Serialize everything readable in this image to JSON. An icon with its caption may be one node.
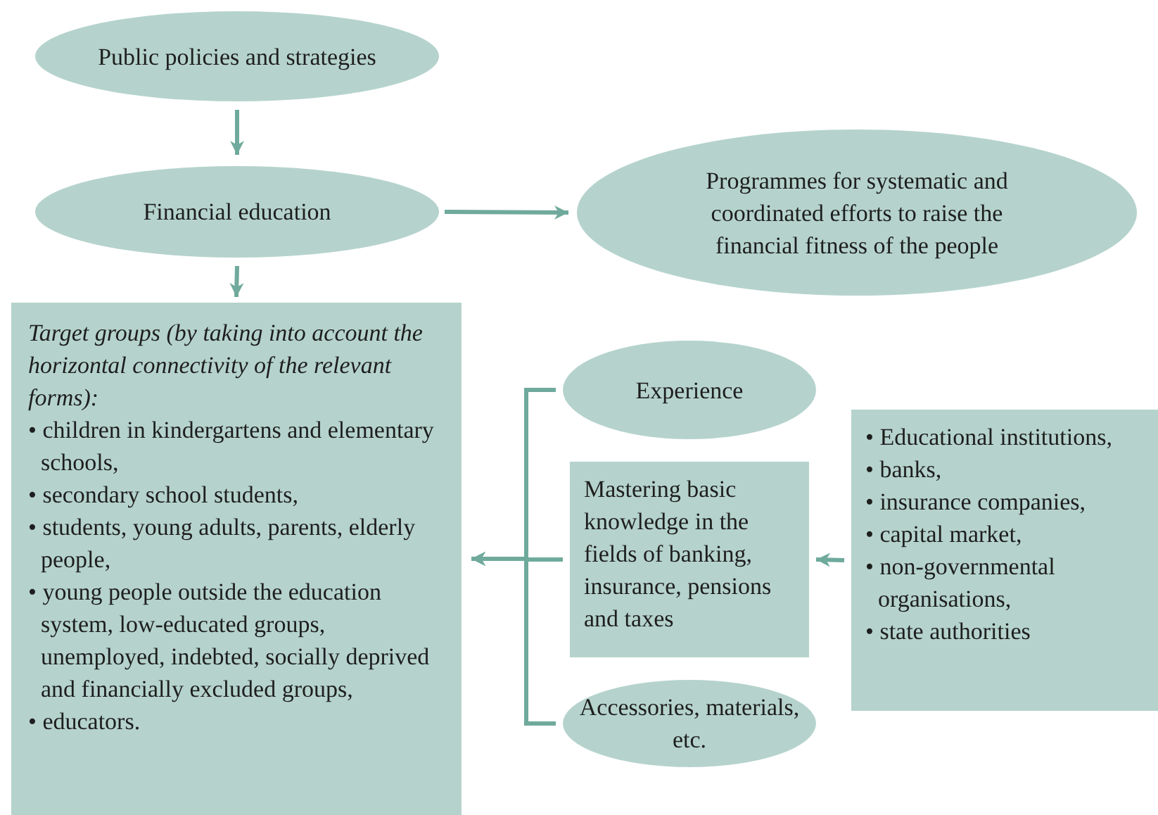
{
  "diagram": {
    "nodes": [
      {
        "text": [
          "Public policies and strategies"
        ]
      },
      {
        "text": [
          "Financial education"
        ]
      },
      {
        "text": [
          "Programmes for systematic and coordinated efforts to raise the financial fitness of the people"
        ]
      },
      {
        "text": [
          "Target groups (by taking into account the horizontal connectivity of the relevant forms):",
          "• children in kindergartens and elementary schools,",
          "• secondary school students,",
          "• students, young adults, parents, elderly people,",
          "• young people outside the education system, low-educated groups, unemployed, indebted, socially deprived and financially excluded groups,",
          "• educators."
        ]
      },
      {
        "text": [
          "Experience"
        ]
      },
      {
        "text": [
          "Mastering basic knowledge in the fields of banking, insurance, pensions and taxes"
        ]
      },
      {
        "text": [
          "Accessories, materials, etc."
        ]
      },
      {
        "text": [
          "• Educational institutions,",
          "• banks,",
          "• insurance companies,",
          "• capital market,",
          "• non-governmental organisations,",
          "• state authorities"
        ]
      }
    ],
    "edges": [
      {
        "from": 0,
        "to": 1,
        "arrow": "to"
      },
      {
        "from": 1,
        "to": 2,
        "arrow": "to"
      },
      {
        "from": 1,
        "to": 3,
        "arrow": "to"
      },
      {
        "from": 7,
        "to": 5,
        "arrow": "to"
      },
      {
        "from": 4,
        "to": 3,
        "arrow": "to"
      },
      {
        "from": 5,
        "to": 3,
        "arrow": "to"
      },
      {
        "from": 6,
        "to": 3,
        "arrow": "to"
      }
    ]
  }
}
